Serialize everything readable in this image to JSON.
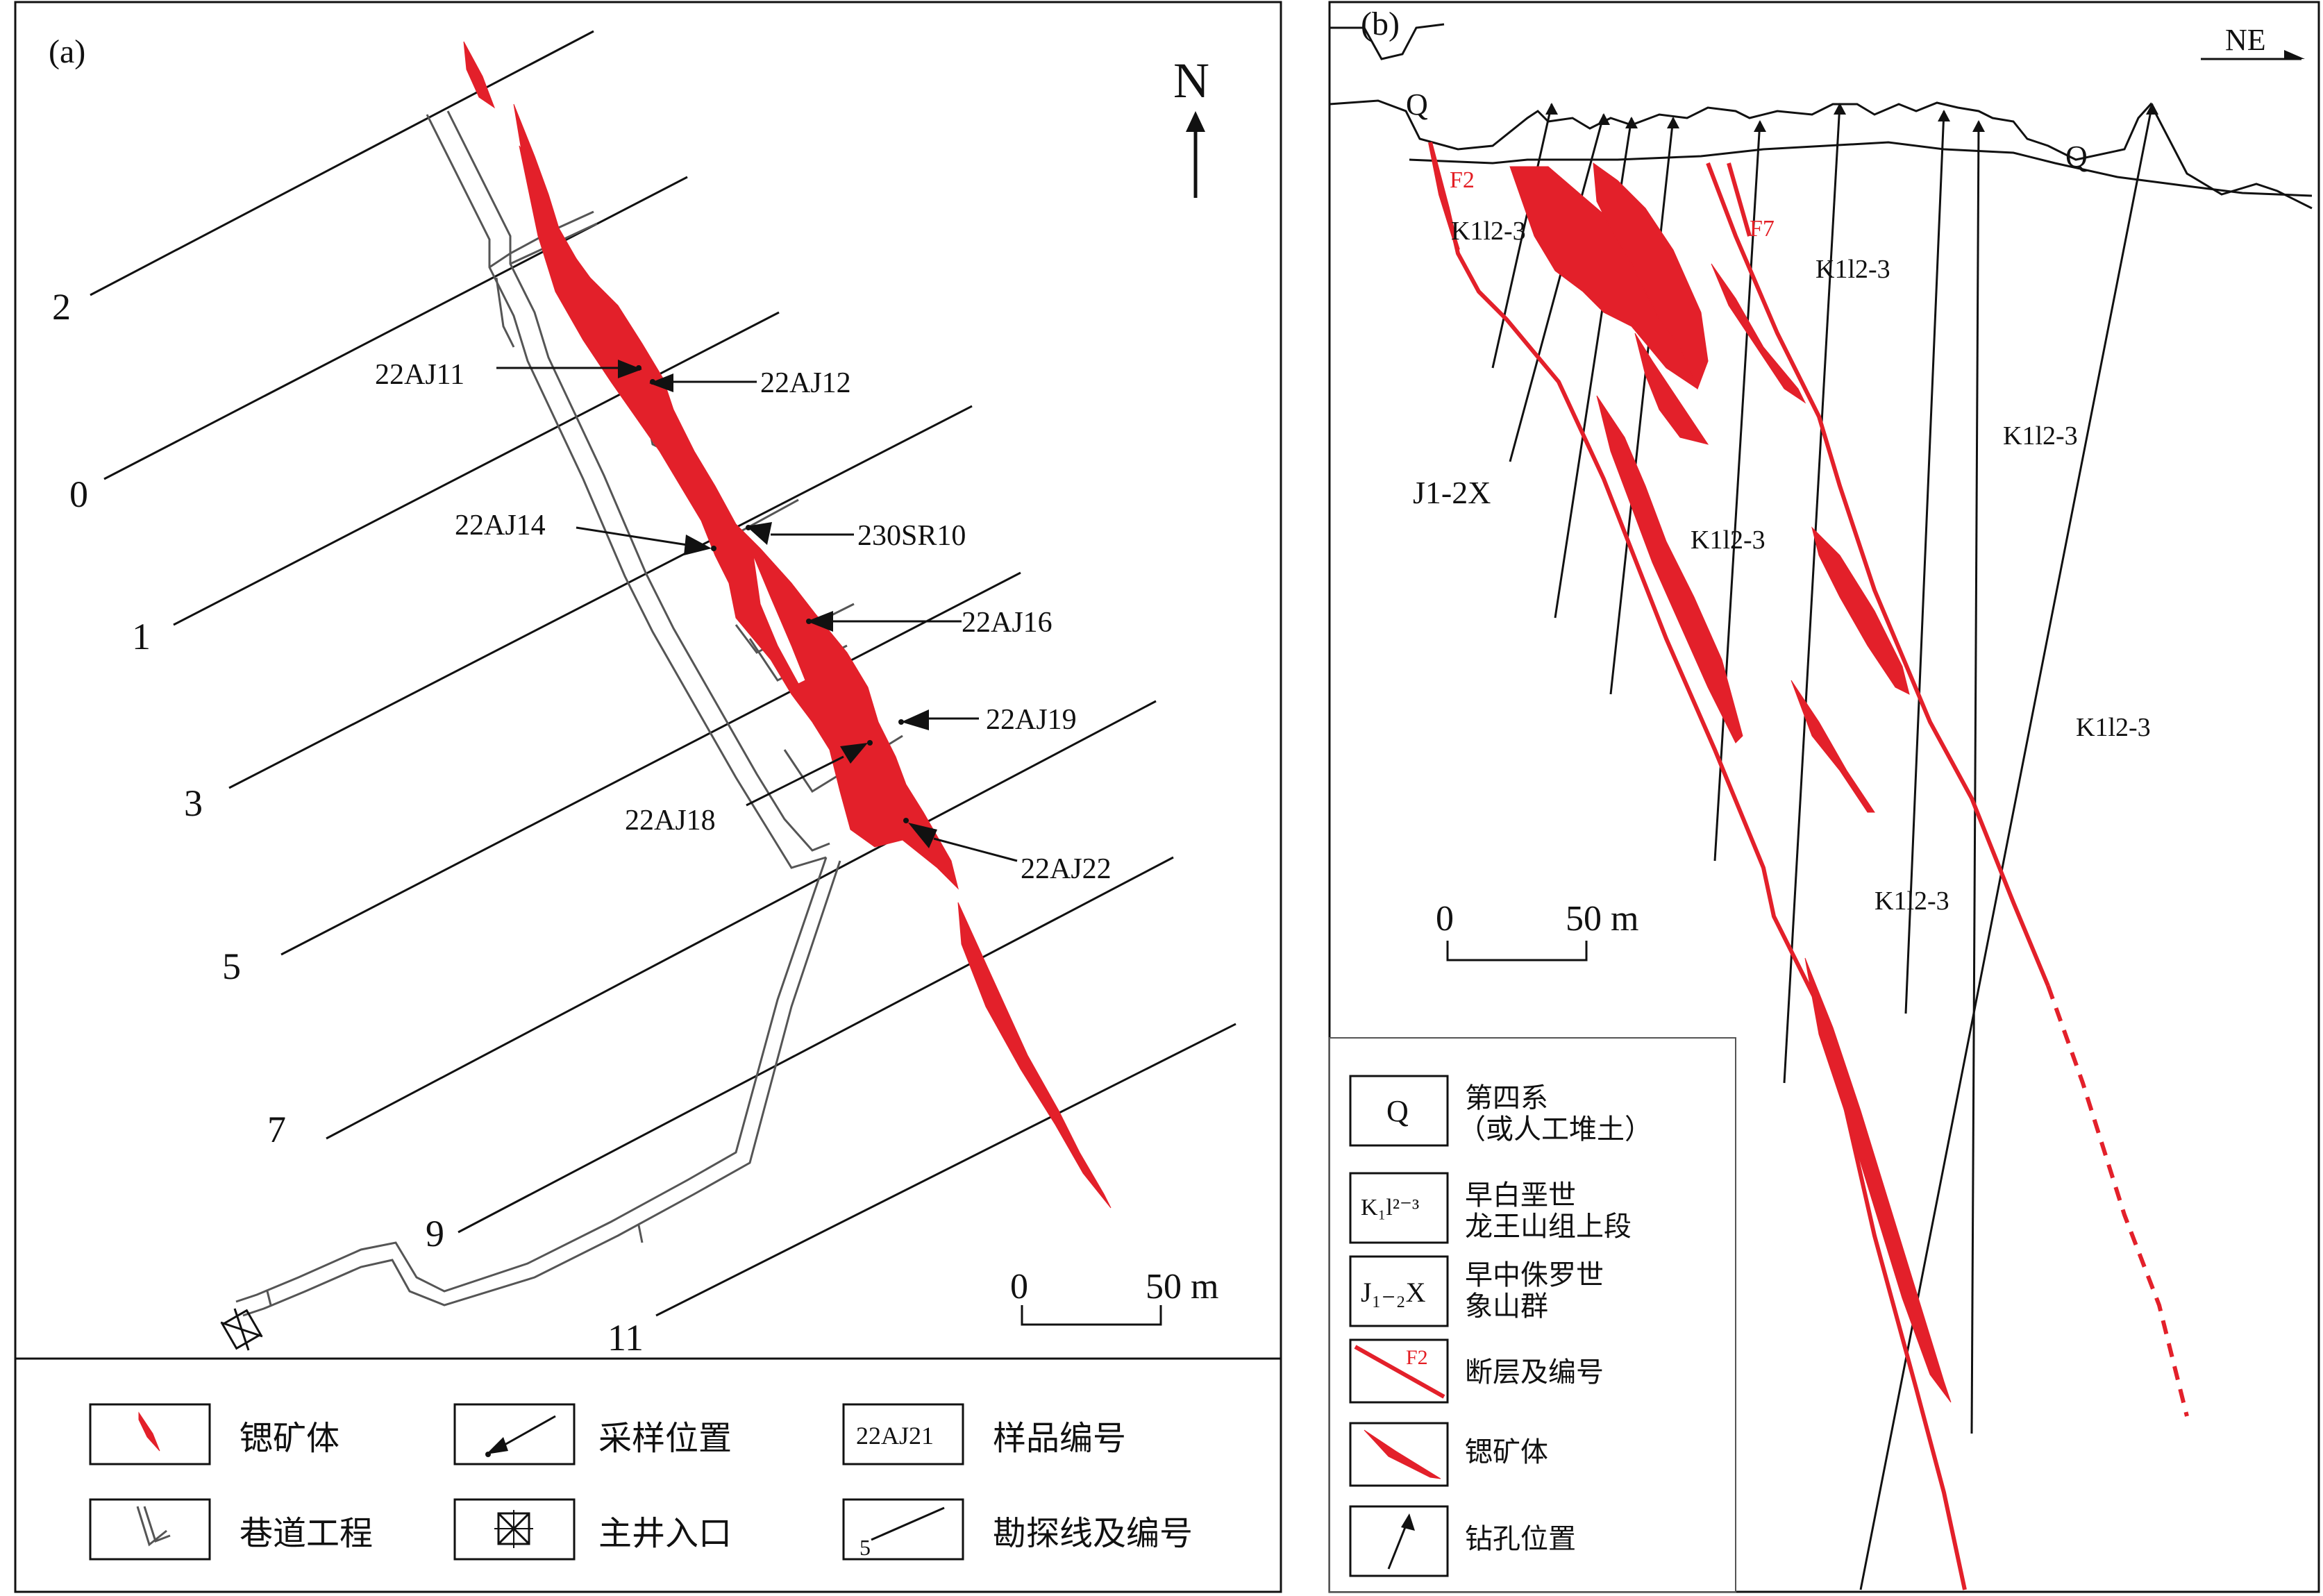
{
  "panel_a": {
    "label": "(a)",
    "north_label": "N",
    "lines": [
      {
        "id": "2",
        "label": "2"
      },
      {
        "id": "0",
        "label": "0"
      },
      {
        "id": "1",
        "label": "1"
      },
      {
        "id": "3",
        "label": "3"
      },
      {
        "id": "5",
        "label": "5"
      },
      {
        "id": "7",
        "label": "7"
      },
      {
        "id": "9",
        "label": "9"
      },
      {
        "id": "11",
        "label": "11"
      }
    ],
    "samples": [
      "22AJ11",
      "22AJ12",
      "22AJ14",
      "230SR10",
      "22AJ16",
      "22AJ19",
      "22AJ18",
      "22AJ22"
    ],
    "scale": {
      "start": "0",
      "end": "50 m"
    },
    "legend": {
      "ore": "锶矿体",
      "sampling": "采样位置",
      "sample_no_box": "22AJ21",
      "sample_no": "样品编号",
      "tunnel": "巷道工程",
      "shaft": "主井入口",
      "line_box": "5",
      "line_desc": "勘探线及编号"
    }
  },
  "panel_b": {
    "label": "(b)",
    "ne": "NE",
    "q_left": "Q",
    "q_right": "Q",
    "f2": "F2",
    "f7": "F7",
    "k_labels": [
      "K1l2-3",
      "K1l2-3",
      "K1l2-3",
      "K1l2-3",
      "K1l2-3",
      "K1l2-3"
    ],
    "j_label": "J1-2X",
    "scale": {
      "start": "0",
      "end": "50 m"
    },
    "legend": {
      "q_box": "Q",
      "q_line1": "第四系",
      "q_line2": "（或人工堆土）",
      "k_line1": "早白垩世",
      "k_line2": "龙王山组上段",
      "j_line1": "早中侏罗世",
      "j_line2": "象山群",
      "fault_box": "F2",
      "fault": "断层及编号",
      "ore": "锶矿体",
      "drill": "钻孔位置"
    }
  },
  "colors": {
    "ore": "#e3202a",
    "line": "#111111"
  }
}
